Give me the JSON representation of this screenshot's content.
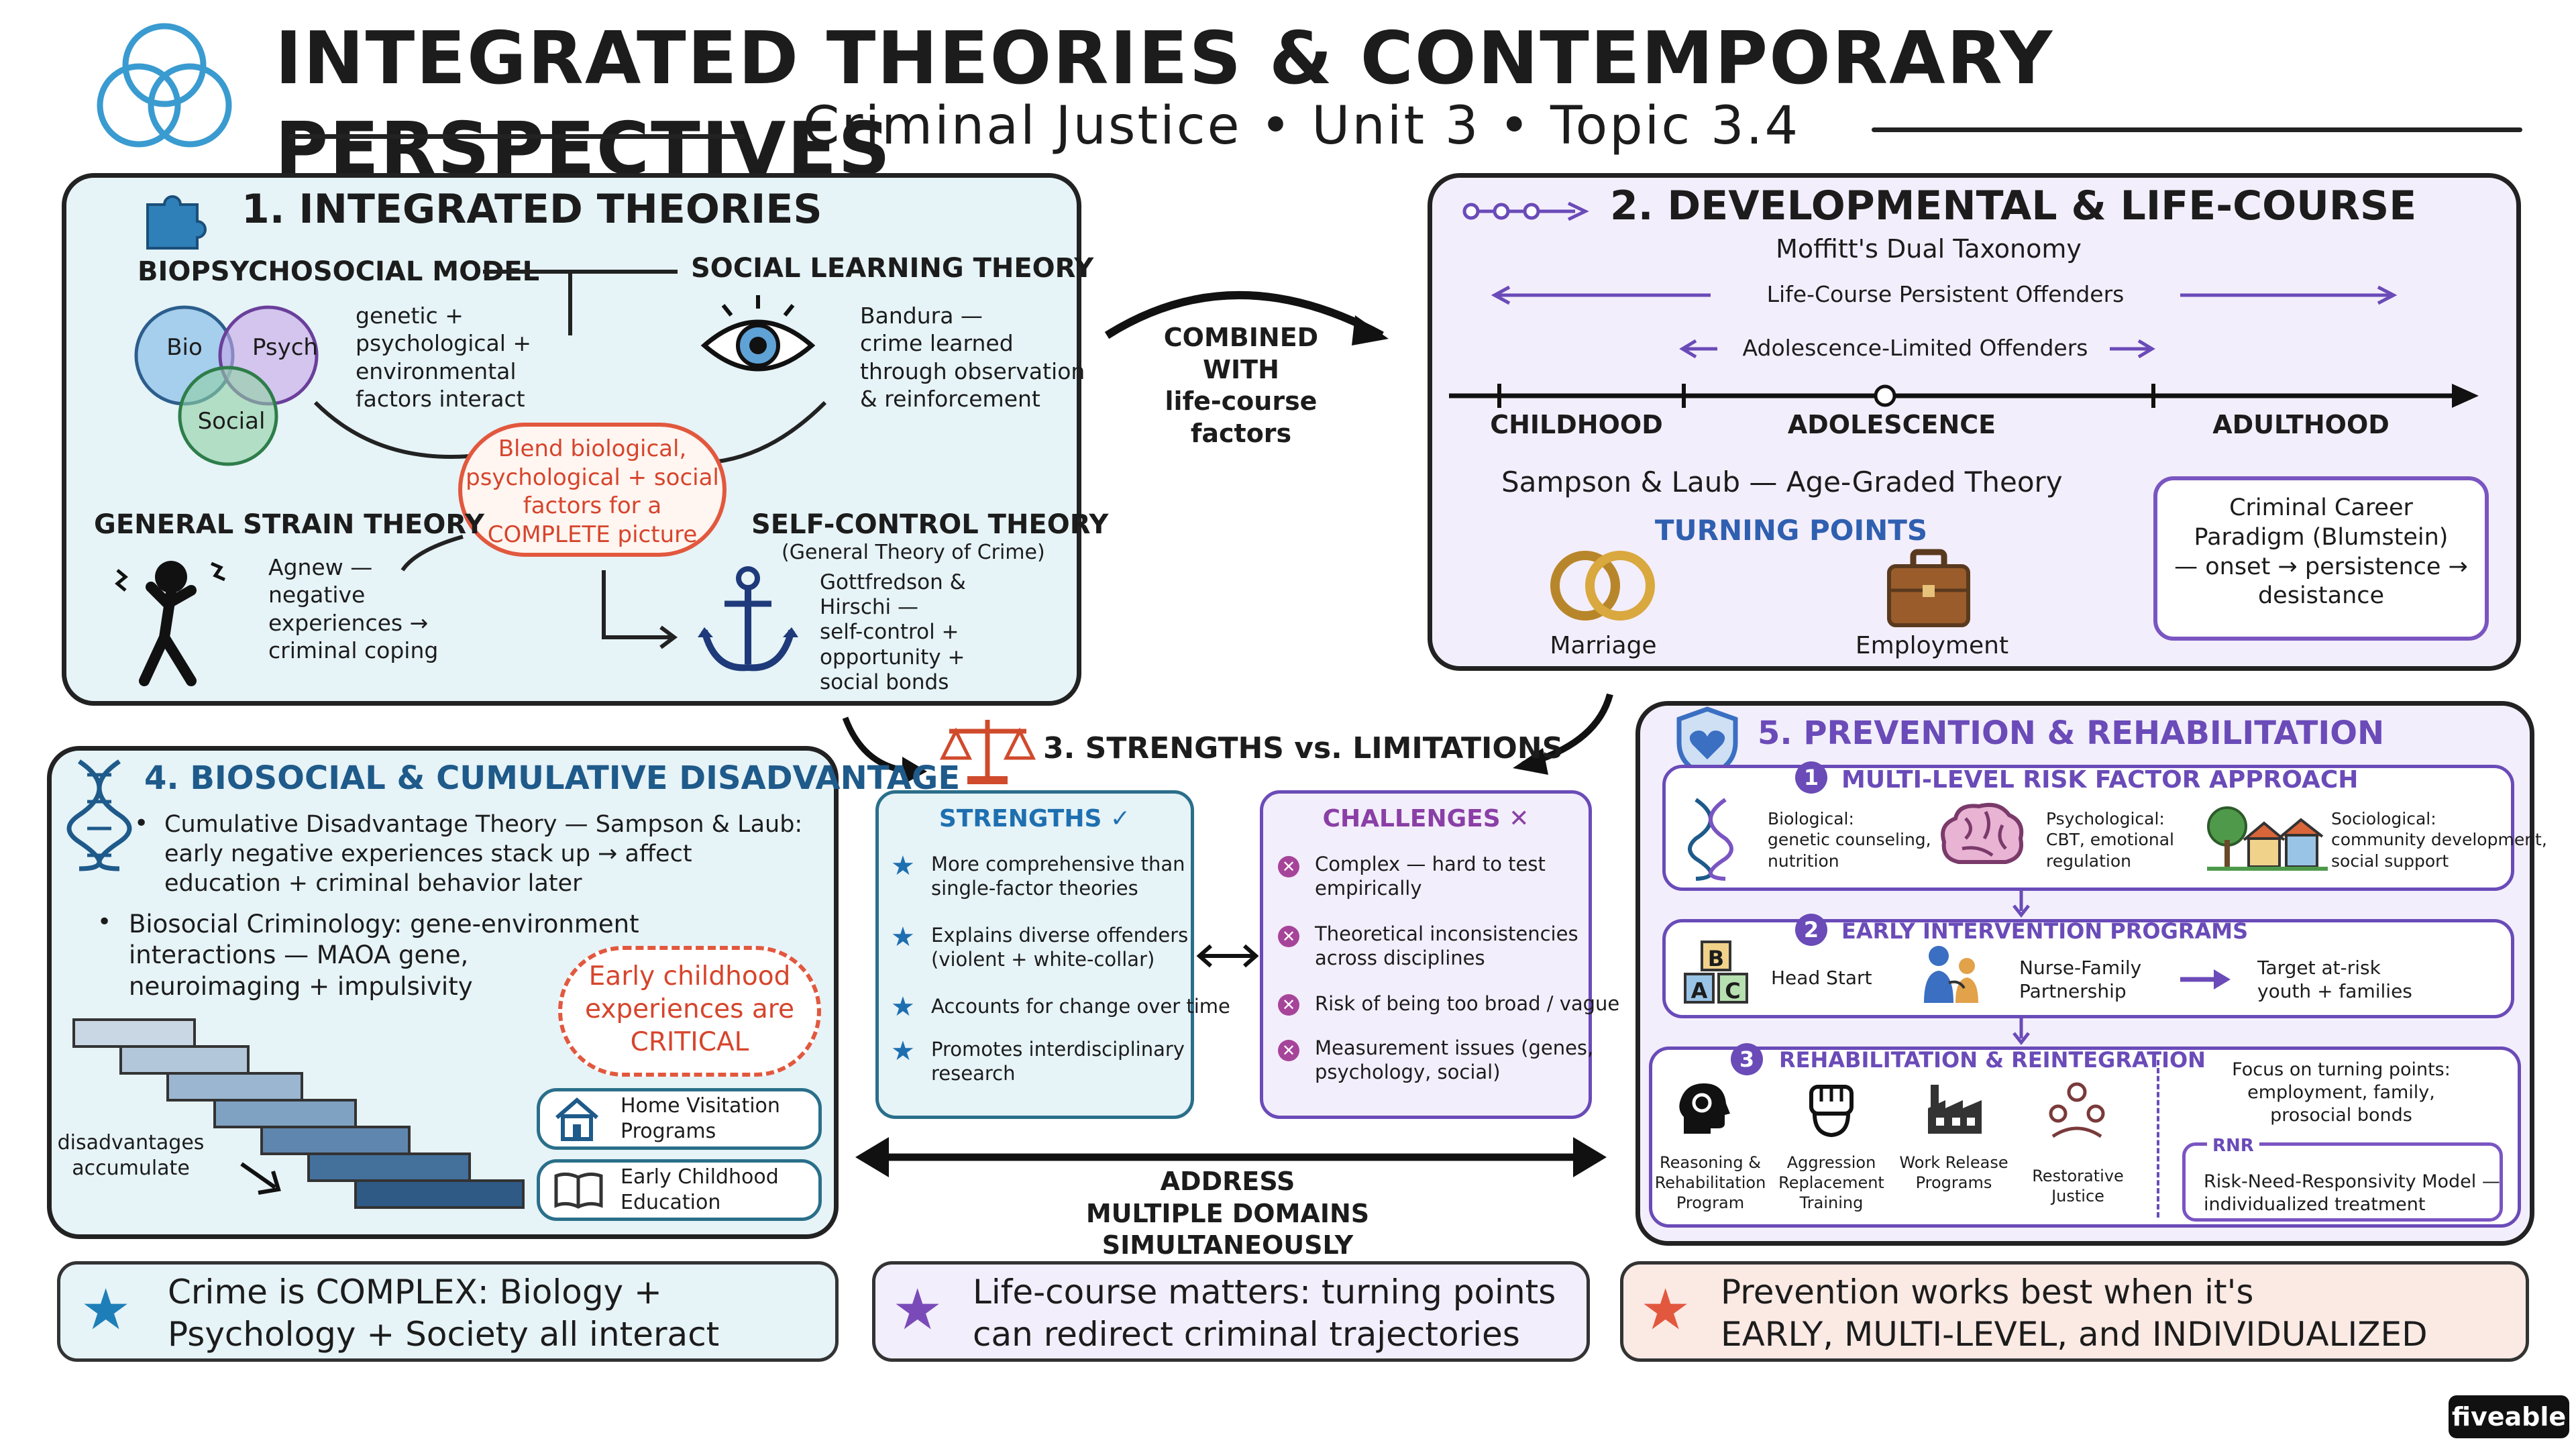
{
  "header": {
    "title": "INTEGRATED THEORIES & CONTEMPORARY PERSPECTIVES",
    "subtitle": "Criminal Justice • Unit 3 • Topic 3.4"
  },
  "section1": {
    "title": "1.  INTEGRATED THEORIES",
    "biopsych": {
      "title": "BIOPSYCHOSOCIAL MODEL",
      "circles": [
        "Bio",
        "Psych",
        "Social"
      ],
      "text": "genetic +\npsychological +\nenvironmental\nfactors interact"
    },
    "social_learning": {
      "title": "SOCIAL LEARNING THEORY",
      "text": "Bandura —\ncrime learned\nthrough observation\n& reinforcement"
    },
    "center": "Blend biological,\npsychological + social\nfactors for a\nCOMPLETE picture",
    "strain": {
      "title": "GENERAL STRAIN THEORY",
      "text": "Agnew —\nnegative\nexperiences →\ncriminal coping"
    },
    "self_control": {
      "title": "SELF-CONTROL THEORY",
      "subtitle": "(General Theory of Crime)",
      "text": "Gottfredson &\nHirschi —\nself-control +\nopportunity +\nsocial bonds"
    }
  },
  "connector_combined": "COMBINED\nWITH\nlife-course\nfactors",
  "section2": {
    "title": "2.  DEVELOPMENTAL & LIFE-COURSE",
    "taxonomy": "Moffitt's Dual Taxonomy",
    "lcp": "Life-Course Persistent Offenders",
    "al": "Adolescence-Limited Offenders",
    "stages": [
      "CHILDHOOD",
      "ADOLESCENCE",
      "ADULTHOOD"
    ],
    "age_graded": "Sampson & Laub  —  Age-Graded Theory",
    "turning_points": "TURNING POINTS",
    "marriage": "Marriage",
    "employment": "Employment",
    "career_box": "Criminal Career\nParadigm (Blumstein)\n— onset → persistence →\ndesistance"
  },
  "section3": {
    "title": "3. STRENGTHS vs. LIMITATIONS",
    "strengths_title": "STRENGTHS ✓",
    "strengths": [
      "More comprehensive than\nsingle-factor theories",
      "Explains diverse offenders\n(violent + white-collar)",
      "Accounts for change over time",
      "Promotes interdisciplinary\nresearch"
    ],
    "challenges_title": "CHALLENGES ✕",
    "challenges": [
      "Complex — hard to test\nempirically",
      "Theoretical inconsistencies\nacross disciplines",
      "Risk of being too broad / vague",
      "Measurement issues (genes,\npsychology, social)"
    ]
  },
  "section4": {
    "title": "4. BIOSOCIAL & CUMULATIVE DISADVANTAGE",
    "bullet1": "Cumulative Disadvantage Theory — Sampson & Laub:\nearly negative experiences stack up → affect\neducation + criminal behavior later",
    "bullet2": "Biosocial Criminology: gene-environment\ninteractions — MAOA gene,\nneuroimaging + impulsivity",
    "cloud": "Early childhood\nexperiences are\nCRITICAL",
    "stairs_label": "disadvantages\naccumulate",
    "program1": "Home Visitation\nPrograms",
    "program2": "Early Childhood\nEducation"
  },
  "section5": {
    "title": "5. PREVENTION & REHABILITATION",
    "sub1": {
      "num": "1",
      "title": "MULTI-LEVEL RISK FACTOR APPROACH",
      "bio": "Biological:\ngenetic counseling,\nnutrition",
      "psych": "Psychological:\nCBT, emotional\nregulation",
      "socio": "Sociological:\ncommunity development,\nsocial support"
    },
    "sub2": {
      "num": "2",
      "title": "EARLY INTERVENTION PROGRAMS",
      "abc": [
        "B",
        "A",
        "C"
      ],
      "head_start": "Head Start",
      "nurse": "Nurse-Family\nPartnership",
      "target": "Target at-risk\nyouth + families"
    },
    "sub3": {
      "num": "3",
      "title": "REHABILITATION & REINTEGRATION",
      "items": [
        "Reasoning &\nRehabilitation\nProgram",
        "Aggression\nReplacement\nTraining",
        "Work Release\nPrograms",
        "Restorative\nJustice"
      ],
      "focus": "Focus on turning points:\nemployment, family,\nprosocial bonds",
      "rnr_tag": "RNR",
      "rnr_text": "Risk-Need-Responsivity Model —\nindividualized treatment"
    }
  },
  "address": "ADDRESS\nMULTIPLE DOMAINS\nSIMULTANEOUSLY",
  "footer": {
    "box1": "Crime is COMPLEX: Biology +\nPsychology + Society all interact",
    "box2": "Life-course matters: turning points\ncan redirect criminal trajectories",
    "box3": "Prevention works best when it's\nEARLY, MULTI-LEVEL, and INDIVIDUALIZED"
  },
  "brand": "fiveable",
  "colors": {
    "teal_bg": "#e6f3f7",
    "purple_bg": "#f3eefb",
    "coral": "#e2583e",
    "blue": "#1e6fb0",
    "purple": "#6a4bb8"
  }
}
